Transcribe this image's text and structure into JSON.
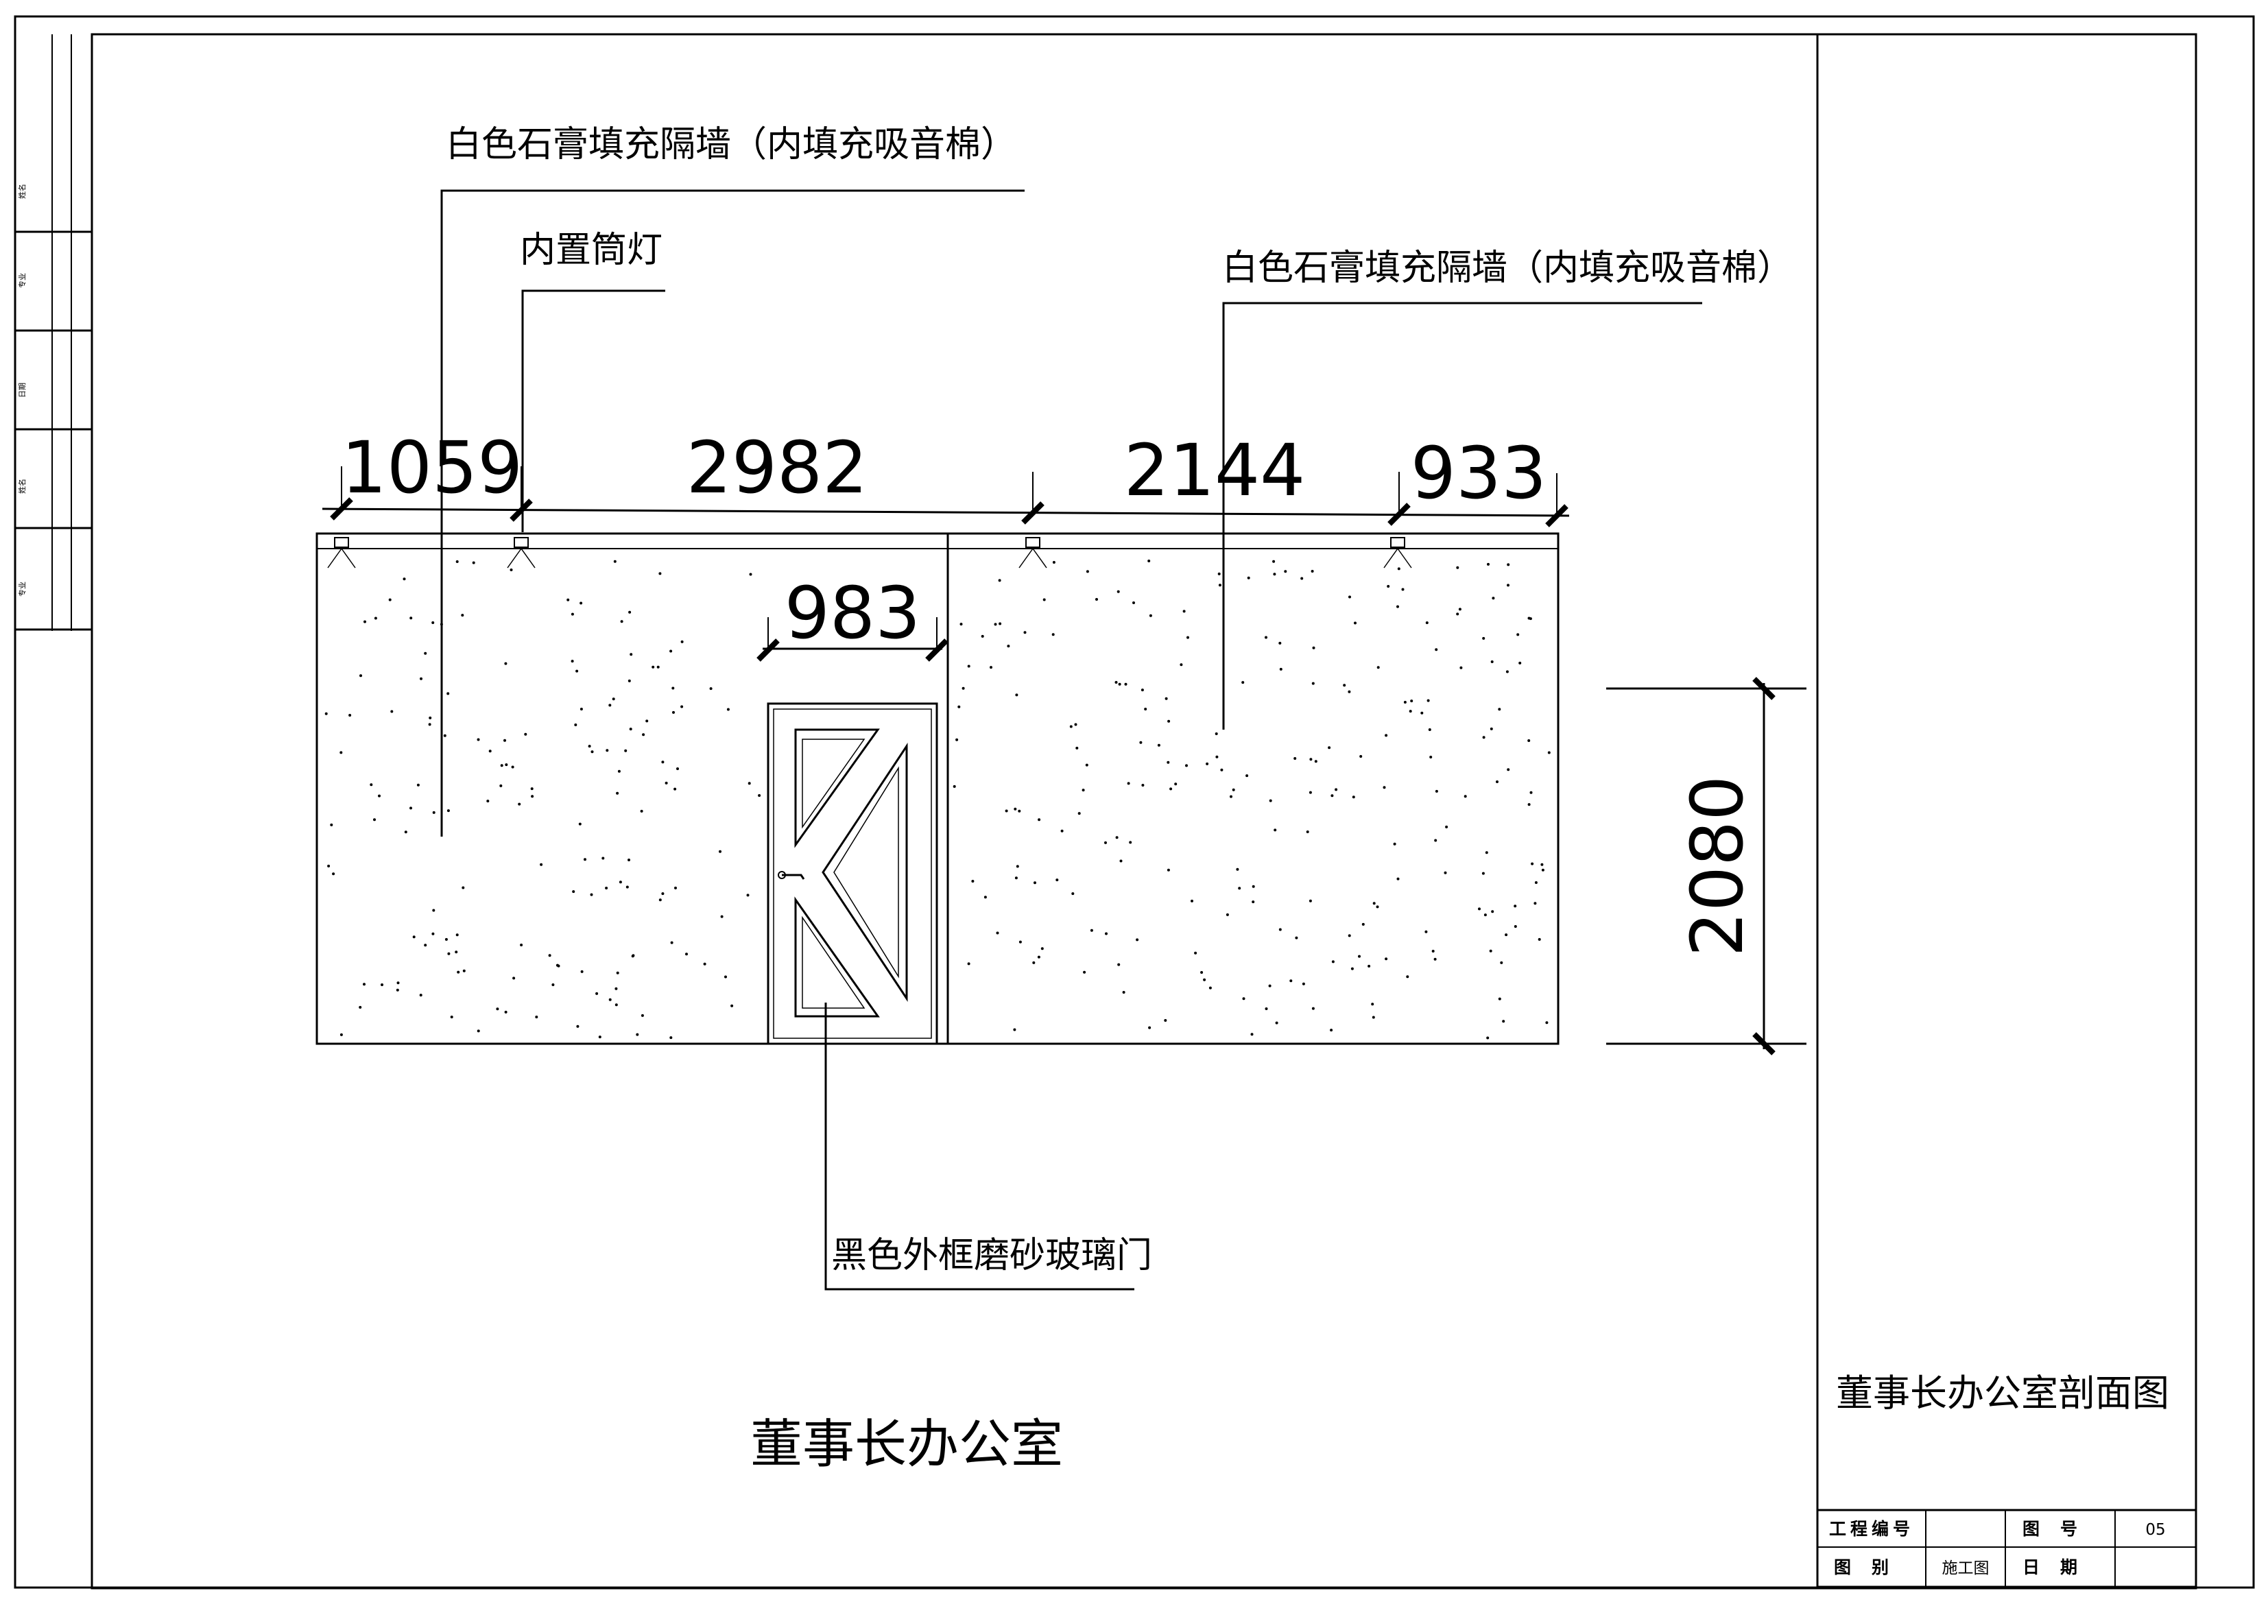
{
  "drawing": {
    "room_title": "董事长办公室",
    "sheet_title": "董事长办公室剖面图"
  },
  "labels": {
    "partition_left": "白色石膏填充隔墙（内填充吸音棉）",
    "partition_right": "白色石膏填充隔墙（内填充吸音棉）",
    "downlight": "内置筒灯",
    "door": "黑色外框磨砂玻璃门"
  },
  "dimensions": {
    "d1": "1059",
    "d2": "2982",
    "d3": "2144",
    "d4": "933",
    "door_width": "983",
    "height": "2080"
  },
  "title_block": {
    "project_no_label": "工程编号",
    "project_no_value": "",
    "drawing_no_label": "图号",
    "drawing_no_value": "05",
    "category_label": "图别",
    "category_value": "施工图",
    "date_label": "日期",
    "date_value": ""
  },
  "side_strip": [
    "专业",
    "姓名",
    "日期",
    "专业",
    "姓名"
  ]
}
